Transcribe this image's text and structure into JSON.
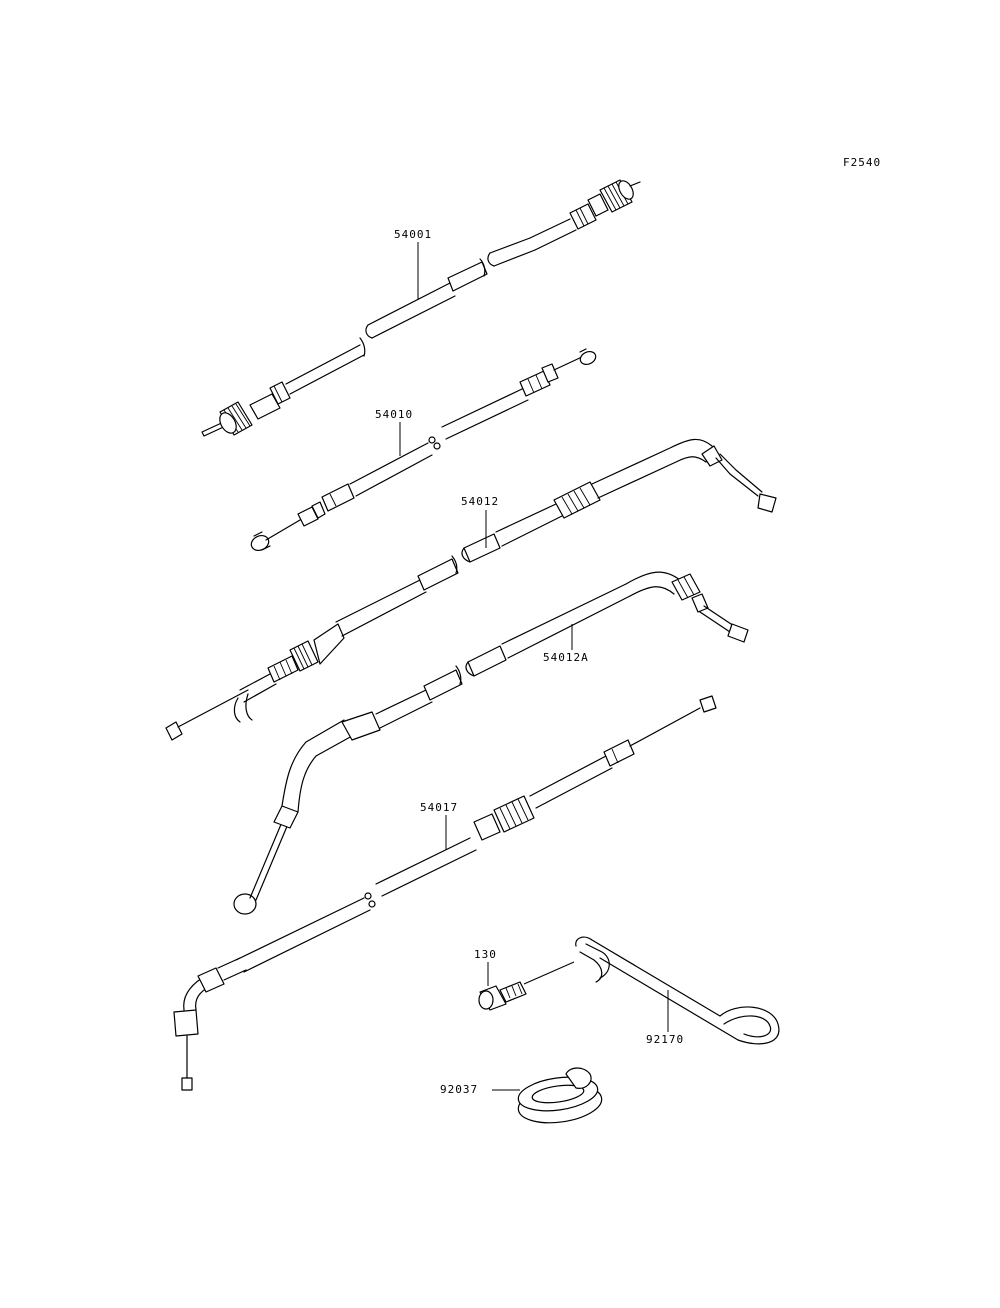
{
  "figure_code": "F2540",
  "parts": [
    {
      "id": "cable-54001",
      "number": "54001"
    },
    {
      "id": "cable-54010",
      "number": "54010"
    },
    {
      "id": "cable-54012",
      "number": "54012"
    },
    {
      "id": "cable-54012a",
      "number": "54012A"
    },
    {
      "id": "cable-54017",
      "number": "54017"
    },
    {
      "id": "bolt-130",
      "number": "130"
    },
    {
      "id": "clamp-92170",
      "number": "92170"
    },
    {
      "id": "grommet-92037",
      "number": "92037"
    }
  ],
  "colors": {
    "line": "#000000",
    "background": "#ffffff"
  }
}
